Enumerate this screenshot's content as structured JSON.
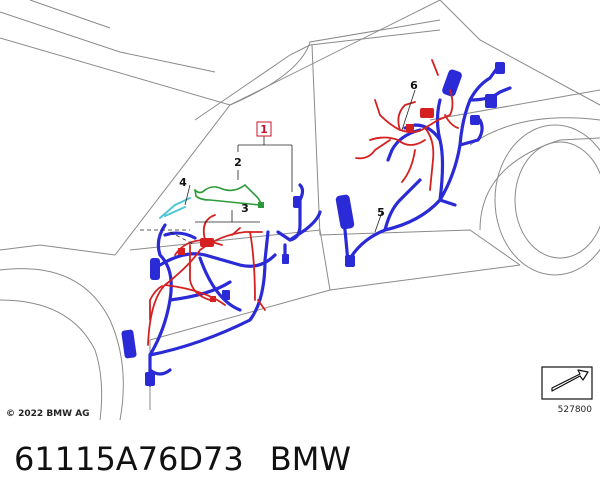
{
  "diagram": {
    "callouts": [
      "1",
      "2",
      "3",
      "4",
      "5",
      "6"
    ],
    "copyright": "© 2022 BMW AG",
    "reference_number": "527800",
    "colors": {
      "harness_blue": "#2a2ad6",
      "harness_red": "#d42020",
      "harness_green": "#2c9a3a",
      "harness_cyan": "#4fc6d8",
      "callout_box": "#c8102e",
      "outline": "#8a8a8a"
    }
  },
  "caption": {
    "part_number": "61115A76D73",
    "brand": "BMW"
  }
}
